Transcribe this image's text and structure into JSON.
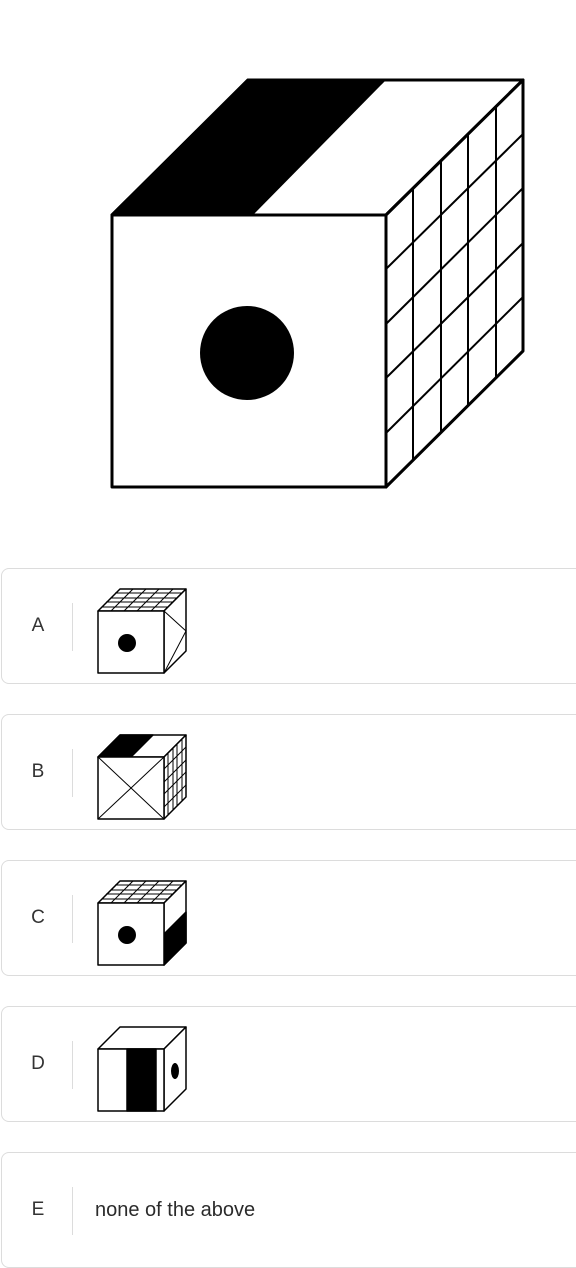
{
  "question": {
    "figure_icon": "cube-with-dot-stripe-and-grid"
  },
  "options": [
    {
      "letter": "A",
      "icon": "cube-grid-top-dot-front-x-side"
    },
    {
      "letter": "B",
      "icon": "cube-stripe-top-x-front-grid-side"
    },
    {
      "letter": "C",
      "icon": "cube-grid-top-dot-front-black-side"
    },
    {
      "letter": "D",
      "icon": "cube-blank-top-stripe-front-dot-side"
    },
    {
      "letter": "E",
      "text": "none of the above"
    }
  ],
  "colors": {
    "ink": "#000000",
    "border": "#dcdcdc",
    "text": "#2b2b2b"
  }
}
